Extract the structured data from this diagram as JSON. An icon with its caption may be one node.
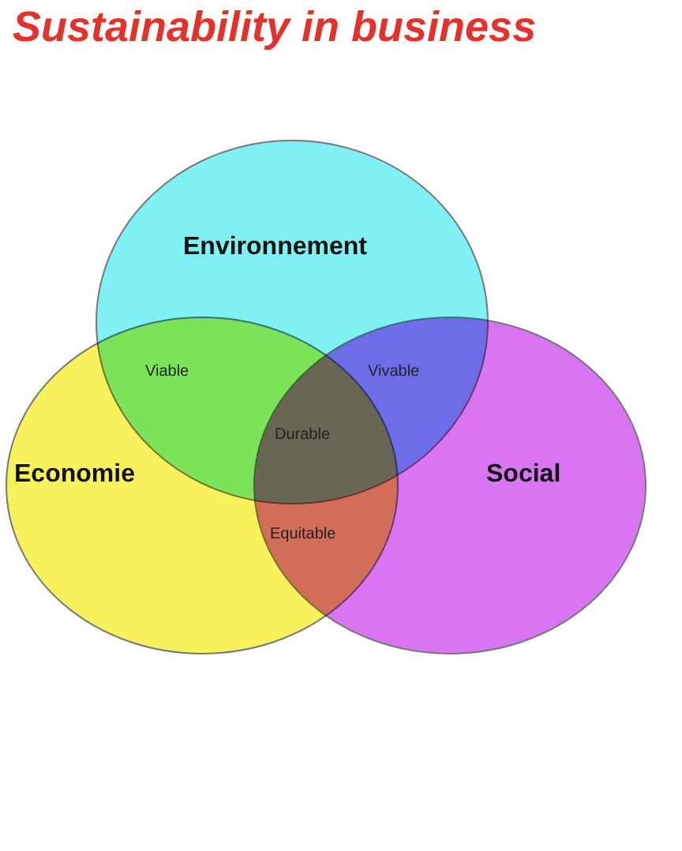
{
  "diagram": {
    "title": "Sustainability in business",
    "nodes": [
      {
        "text": [
          "Environnement"
        ]
      },
      {
        "text": [
          "Economie"
        ]
      },
      {
        "text": [
          "Social"
        ]
      }
    ],
    "labels": [
      "Viable",
      "Vivable",
      "Durable",
      "Equitable"
    ]
  }
}
